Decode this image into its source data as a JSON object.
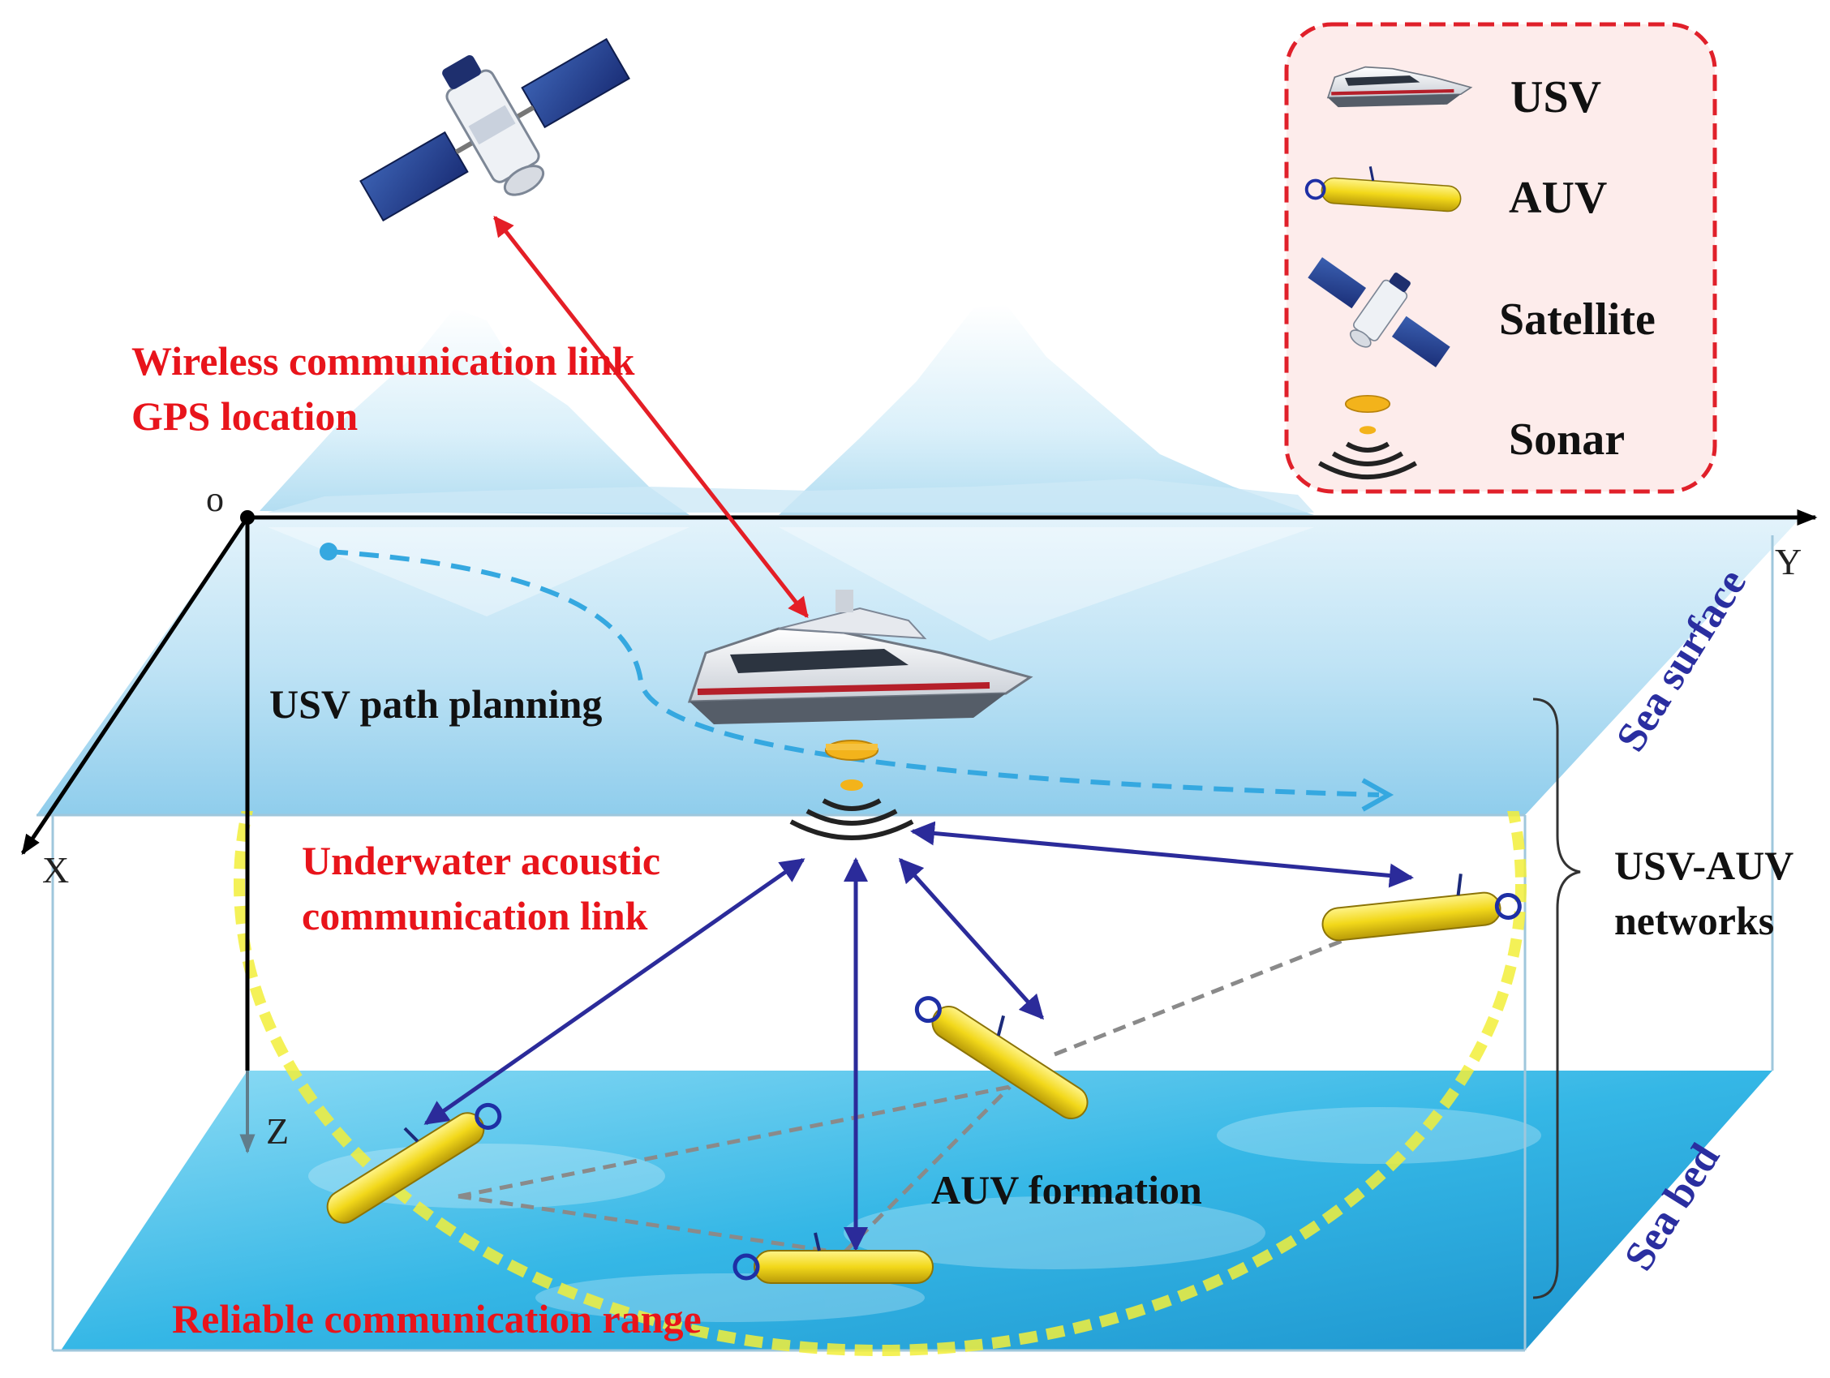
{
  "legend": {
    "items": [
      {
        "label": "USV",
        "icon": "usv-boat-icon"
      },
      {
        "label": "AUV",
        "icon": "auv-vehicle-icon"
      },
      {
        "label": "Satellite",
        "icon": "satellite-icon"
      },
      {
        "label": "Sonar",
        "icon": "sonar-icon"
      }
    ],
    "border_color": "#e0202a",
    "fill_color": "#fdeceb"
  },
  "labels": {
    "wireless_line1": "Wireless communication link",
    "wireless_line2": "GPS location",
    "usv_path": "USV path planning",
    "underwater_line1": "Underwater acoustic",
    "underwater_line2": "communication link",
    "auv_formation": "AUV formation",
    "reliable_range": "Reliable communication range",
    "sea_surface": "Sea surface",
    "sea_bed": "Sea bed",
    "network_line1": "USV-AUV",
    "network_line2": "networks"
  },
  "axes": {
    "origin": "o",
    "x": "X",
    "y": "Y",
    "z": "Z"
  },
  "colors": {
    "red_text": "#e8141b",
    "black_text": "#111111",
    "blue_label": "#2a2ea0",
    "acoustic_arrow": "#2b2b9a",
    "wireless_arrow": "#e41e26",
    "path_dash": "#35a8e0",
    "range_circle": "#f2ef3a",
    "formation_dash": "#8a8a8a",
    "auv_body": "#f2d81a"
  }
}
